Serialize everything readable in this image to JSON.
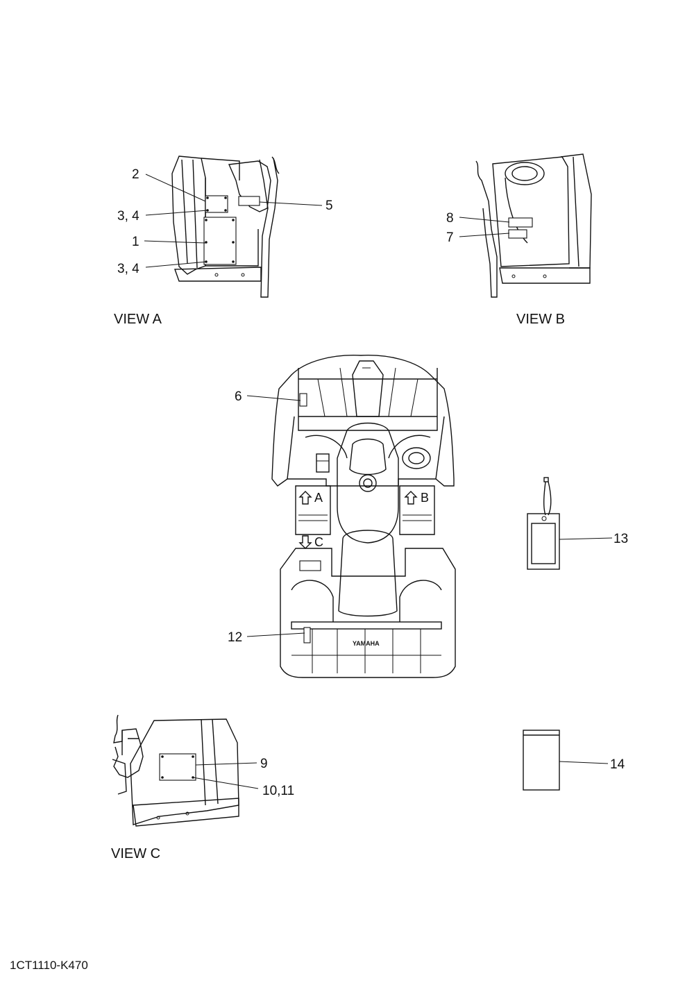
{
  "views": {
    "a": {
      "label": "VIEW A",
      "callouts": [
        "2",
        "3, 4",
        "1",
        "3, 4",
        "5"
      ]
    },
    "b": {
      "label": "VIEW B",
      "callouts": [
        "8",
        "7"
      ]
    },
    "c": {
      "label": "VIEW C",
      "callouts": [
        "9",
        "10,11"
      ]
    }
  },
  "top_view": {
    "callouts": [
      "6",
      "12"
    ],
    "arrows": [
      "A",
      "B",
      "C"
    ],
    "brand_mark": "YAMAHA"
  },
  "loose_items": {
    "tag": "13",
    "booklet": "14"
  },
  "diagram_code": "1CT1110-K470"
}
